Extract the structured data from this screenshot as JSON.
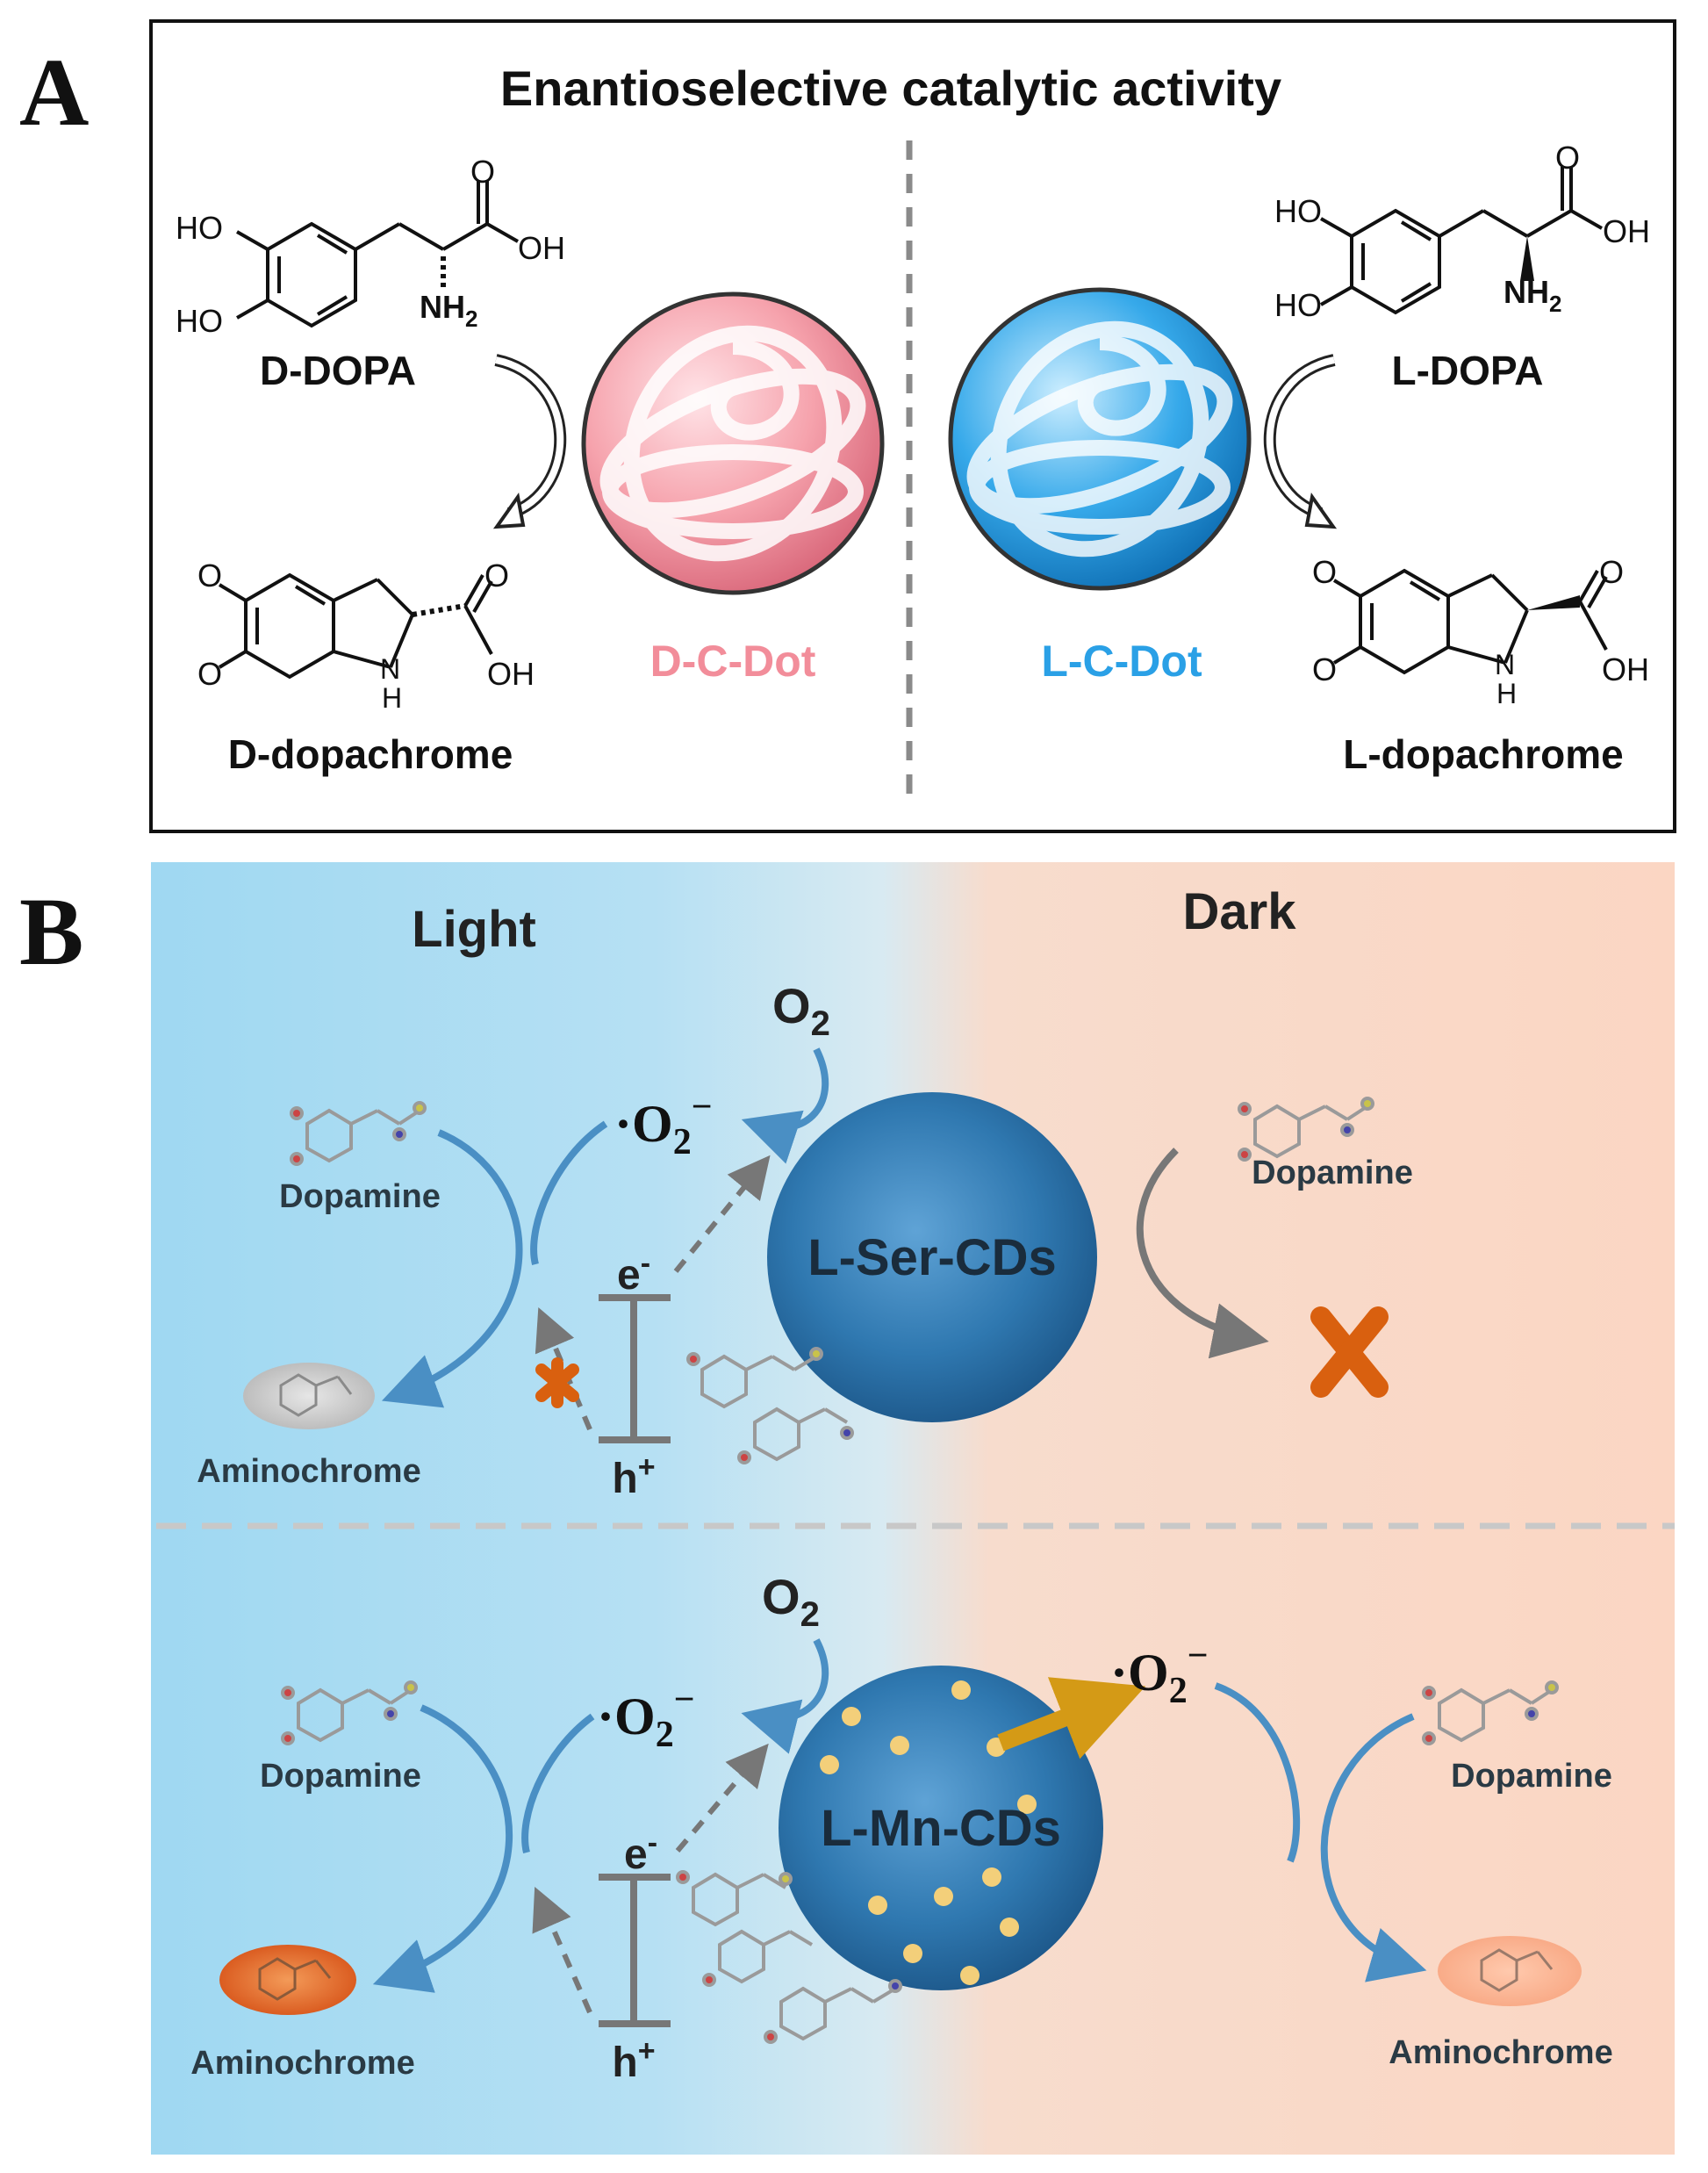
{
  "panel_a": {
    "letter": "A",
    "title": "Enantioselective catalytic activity",
    "left": {
      "reactant": "D-DOPA",
      "product": "D-dopachrome",
      "dot_label": "D-C-Dot",
      "dot_color": "#f28d9a"
    },
    "right": {
      "reactant": "L-DOPA",
      "product": "L-dopachrome",
      "dot_label": "L-C-Dot",
      "dot_color": "#2aa0e6"
    },
    "atoms": {
      "ho": "HO",
      "oh": "OH",
      "o": "O",
      "nh2": "NH",
      "sub2": "2",
      "nh": "N",
      "h": "H"
    }
  },
  "panel_b": {
    "letter": "B",
    "light_label": "Light",
    "dark_label": "Dark",
    "o2": "O",
    "sub2": "2",
    "radical_dot": "·",
    "radical_o": "O",
    "radical_sub": "2",
    "radical_sup": "−",
    "electron": "e",
    "electron_sup": "-",
    "hole": "h",
    "hole_sup": "+",
    "top": {
      "particle_label": "L-Ser-CDs",
      "dopamine_left": "Dopamine",
      "aminochrome_left": "Aminochrome",
      "dopamine_dark": "Dopamine"
    },
    "bottom": {
      "particle_label": "L-Mn-CDs",
      "dopamine_left": "Dopamine",
      "aminochrome_left": "Aminochrome",
      "dopamine_dark": "Dopamine",
      "aminochrome_dark": "Aminochrome"
    },
    "colors": {
      "light_bg": "#9ed6f0",
      "dark_bg": "#fbd9c7",
      "particle": "#2c74ab",
      "cross": "#d9600f",
      "arrow_blue": "#4a8fc4",
      "arrow_gold": "#d49a16"
    }
  }
}
